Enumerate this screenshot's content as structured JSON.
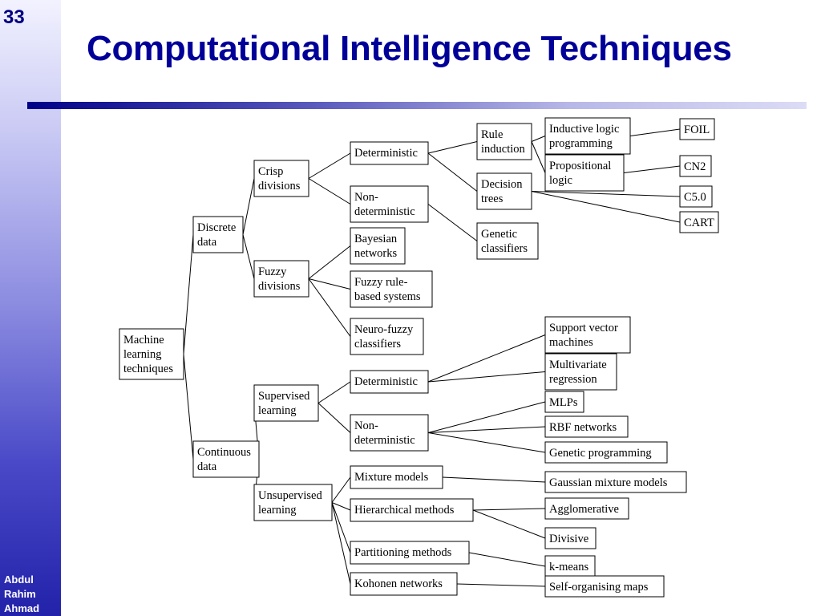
{
  "slide": {
    "number": "33",
    "title": "Computational Intelligence Techniques",
    "author": [
      "Abdul",
      "Rahim",
      "Ahmad"
    ],
    "colors": {
      "title": "#000099",
      "sidebar_top": "#f2f2ff",
      "sidebar_bottom": "#2222aa",
      "bar": "#000088"
    }
  },
  "diagram": {
    "nodes": [
      {
        "id": "ml",
        "lines": [
          "Machine",
          "learning",
          "techniques"
        ]
      },
      {
        "id": "discrete",
        "lines": [
          "Discrete",
          "data"
        ]
      },
      {
        "id": "continuous",
        "lines": [
          "Continuous",
          "data"
        ]
      },
      {
        "id": "crisp",
        "lines": [
          "Crisp",
          "divisions"
        ]
      },
      {
        "id": "fuzzy",
        "lines": [
          "Fuzzy",
          "divisions"
        ]
      },
      {
        "id": "supervised",
        "lines": [
          "Supervised",
          "learning"
        ]
      },
      {
        "id": "unsupervised",
        "lines": [
          "Unsupervised",
          "learning"
        ]
      },
      {
        "id": "det1",
        "lines": [
          "Deterministic"
        ]
      },
      {
        "id": "nondet1",
        "lines": [
          "Non-",
          "deterministic"
        ]
      },
      {
        "id": "bayes",
        "lines": [
          "Bayesian",
          "networks"
        ]
      },
      {
        "id": "fuzzyrule",
        "lines": [
          "Fuzzy rule-",
          "based systems"
        ]
      },
      {
        "id": "neurofuzzy",
        "lines": [
          "Neuro-fuzzy",
          "classifiers"
        ]
      },
      {
        "id": "ruleind",
        "lines": [
          "Rule",
          "induction"
        ]
      },
      {
        "id": "dtrees",
        "lines": [
          "Decision",
          "trees"
        ]
      },
      {
        "id": "genetic",
        "lines": [
          "Genetic",
          "classifiers"
        ]
      },
      {
        "id": "ilp",
        "lines": [
          "Inductive logic",
          "programming"
        ]
      },
      {
        "id": "proplogic",
        "lines": [
          "Propositional",
          "logic"
        ]
      },
      {
        "id": "foil",
        "lines": [
          "FOIL"
        ]
      },
      {
        "id": "cn2",
        "lines": [
          "CN2"
        ]
      },
      {
        "id": "c50",
        "lines": [
          "C5.0"
        ]
      },
      {
        "id": "cart",
        "lines": [
          "CART"
        ]
      },
      {
        "id": "det2",
        "lines": [
          "Deterministic"
        ]
      },
      {
        "id": "nondet2",
        "lines": [
          "Non-",
          "deterministic"
        ]
      },
      {
        "id": "svm",
        "lines": [
          "Support vector",
          "machines"
        ]
      },
      {
        "id": "multireg",
        "lines": [
          "Multivariate",
          "regression"
        ]
      },
      {
        "id": "mlps",
        "lines": [
          "MLPs"
        ]
      },
      {
        "id": "rbf",
        "lines": [
          "RBF networks"
        ]
      },
      {
        "id": "gp",
        "lines": [
          "Genetic programming"
        ]
      },
      {
        "id": "mixture",
        "lines": [
          "Mixture models"
        ]
      },
      {
        "id": "hier",
        "lines": [
          "Hierarchical methods"
        ]
      },
      {
        "id": "partition",
        "lines": [
          "Partitioning methods"
        ]
      },
      {
        "id": "kohonen",
        "lines": [
          "Kohonen networks"
        ]
      },
      {
        "id": "gmm",
        "lines": [
          "Gaussian mixture models"
        ]
      },
      {
        "id": "agglo",
        "lines": [
          "Agglomerative"
        ]
      },
      {
        "id": "divisive",
        "lines": [
          "Divisive"
        ]
      },
      {
        "id": "kmeans",
        "lines": [
          "k-means"
        ]
      },
      {
        "id": "som",
        "lines": [
          "Self-organising maps"
        ]
      }
    ],
    "edges": [
      [
        "ml",
        "discrete"
      ],
      [
        "ml",
        "continuous"
      ],
      [
        "discrete",
        "crisp"
      ],
      [
        "discrete",
        "fuzzy"
      ],
      [
        "continuous",
        "supervised"
      ],
      [
        "continuous",
        "unsupervised"
      ],
      [
        "crisp",
        "det1"
      ],
      [
        "crisp",
        "nondet1"
      ],
      [
        "fuzzy",
        "bayes"
      ],
      [
        "fuzzy",
        "fuzzyrule"
      ],
      [
        "fuzzy",
        "neurofuzzy"
      ],
      [
        "det1",
        "ruleind"
      ],
      [
        "det1",
        "dtrees"
      ],
      [
        "nondet1",
        "genetic"
      ],
      [
        "ruleind",
        "ilp"
      ],
      [
        "ruleind",
        "proplogic"
      ],
      [
        "ilp",
        "foil"
      ],
      [
        "proplogic",
        "cn2"
      ],
      [
        "dtrees",
        "c50"
      ],
      [
        "dtrees",
        "cart"
      ],
      [
        "supervised",
        "det2"
      ],
      [
        "supervised",
        "nondet2"
      ],
      [
        "det2",
        "svm"
      ],
      [
        "det2",
        "multireg"
      ],
      [
        "nondet2",
        "mlps"
      ],
      [
        "nondet2",
        "rbf"
      ],
      [
        "nondet2",
        "gp"
      ],
      [
        "unsupervised",
        "mixture"
      ],
      [
        "unsupervised",
        "hier"
      ],
      [
        "unsupervised",
        "partition"
      ],
      [
        "unsupervised",
        "kohonen"
      ],
      [
        "mixture",
        "gmm"
      ],
      [
        "hier",
        "agglo"
      ],
      [
        "hier",
        "divisive"
      ],
      [
        "partition",
        "kmeans"
      ],
      [
        "kohonen",
        "som"
      ]
    ]
  }
}
